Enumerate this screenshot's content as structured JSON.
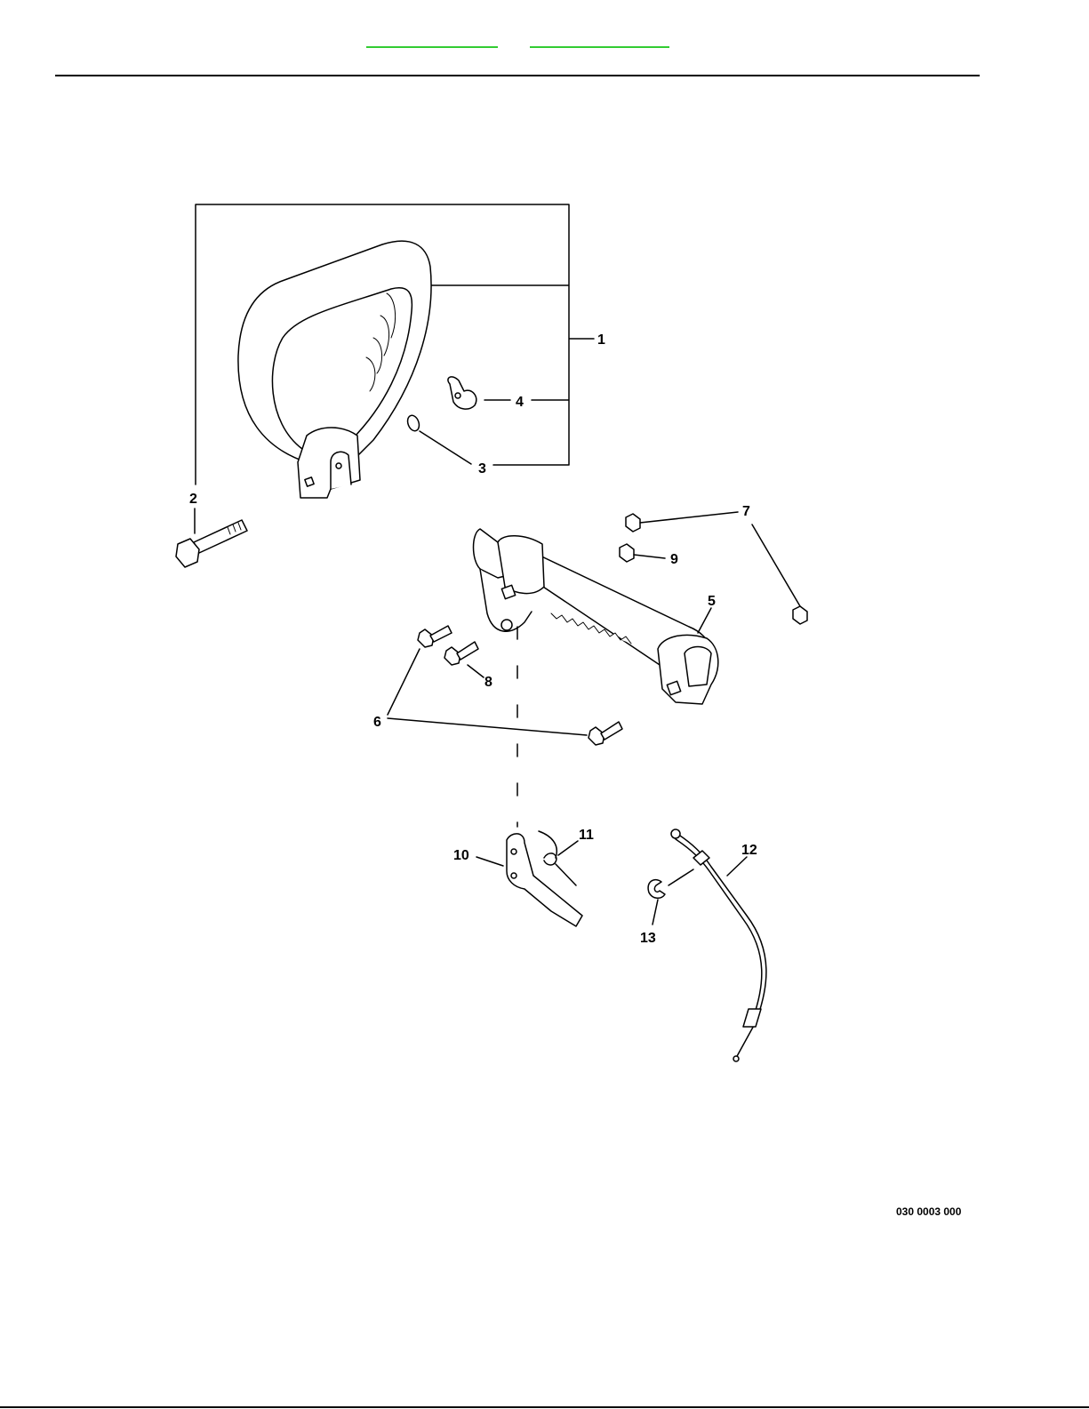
{
  "header": {
    "link_left": "",
    "link_right": ""
  },
  "callouts": {
    "c1": "1",
    "c2": "2",
    "c3": "3",
    "c4": "4",
    "c5": "5",
    "c6": "6",
    "c7": "7",
    "c8": "8",
    "c9": "9",
    "c10": "10",
    "c11": "11",
    "c12": "12",
    "c13": "13"
  },
  "figure_number": "030 0003 000",
  "colors": {
    "link": "#33cc33",
    "line": "#000000"
  }
}
